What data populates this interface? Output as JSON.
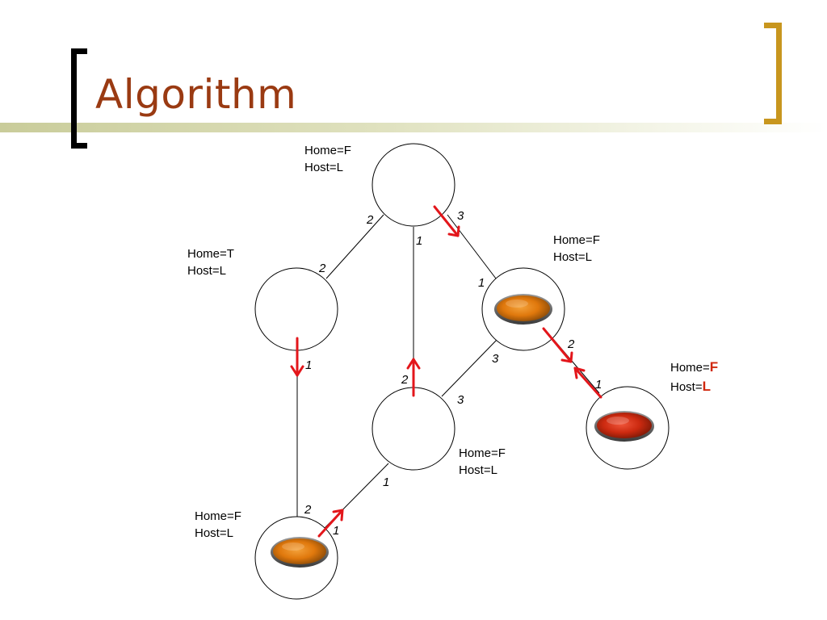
{
  "slide": {
    "title": "Algorithm"
  },
  "nodes": {
    "top": {
      "home_line": "Home=F",
      "host_line": "Host=L",
      "agent": "none"
    },
    "left": {
      "home_line": "Home=T",
      "host_line": "Host=L",
      "agent": "none"
    },
    "right": {
      "home_line": "Home=F",
      "host_line": "Host=L",
      "agent": "orange"
    },
    "center": {
      "home_line": "Home=F",
      "host_line": "Host=L",
      "agent": "none"
    },
    "bottom": {
      "home_line": "Home=F",
      "host_line": "Host=L",
      "agent": "orange"
    },
    "far_right": {
      "home_prefix": "Home=",
      "home_value": "F",
      "host_prefix": "Host=",
      "host_value": "L",
      "agent": "red"
    }
  },
  "ports": {
    "top_to_left": "2",
    "top_to_center": "1",
    "top_to_right": "3",
    "left_to_top": "2",
    "left_to_bottom": "1",
    "right_to_top": "1",
    "right_to_far_right": "2",
    "right_to_center": "3",
    "far_right_to_right": "1",
    "center_to_top": "2",
    "center_to_right": "3",
    "center_to_bottom": "1",
    "bottom_to_left": "2",
    "bottom_to_center": "1"
  },
  "colors": {
    "arrow": "#e3161b",
    "title": "#9a3a12",
    "left_bracket": "#000000",
    "right_bracket": "#c8961e",
    "highlight": "#d0280e",
    "agent_orange": "#e0780c",
    "agent_red": "#cc2a10"
  }
}
